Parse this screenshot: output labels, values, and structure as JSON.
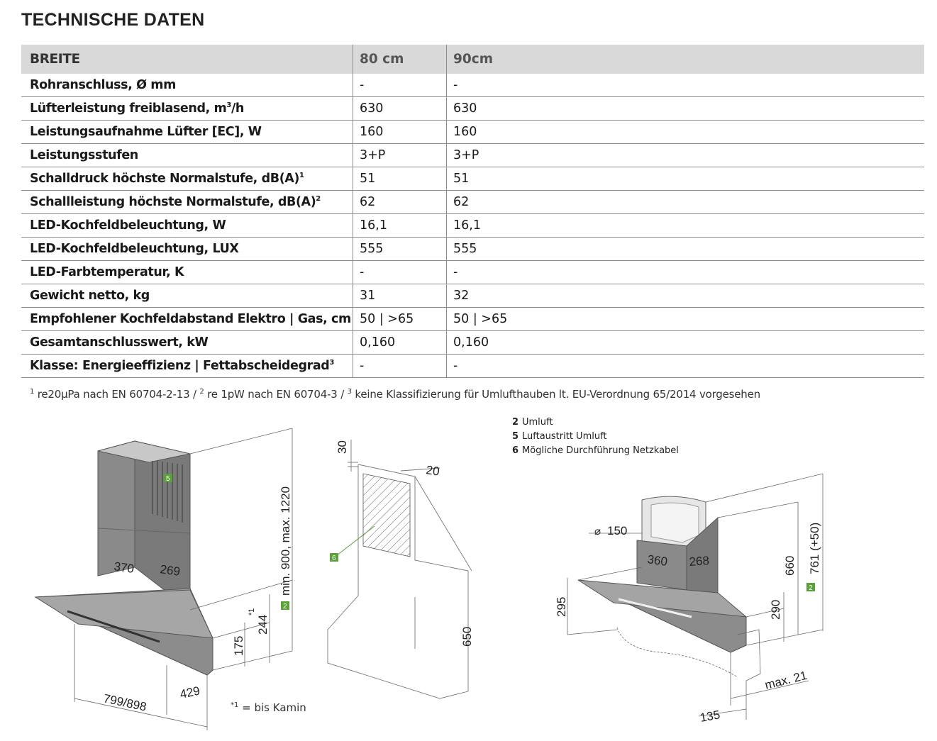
{
  "title": "TECHNISCHE DATEN",
  "table": {
    "header": [
      "BREITE",
      "80 cm",
      "90cm"
    ],
    "rows": [
      {
        "label": "Rohranschluss, Ø mm",
        "sup": "",
        "v80": "-",
        "v90": "-"
      },
      {
        "label": "Lüfterleistung freiblasend, m",
        "sup": "3",
        "suffix": "/h",
        "v80": "630",
        "v90": "630"
      },
      {
        "label": "Leistungsaufnahme Lüfter [EC], W",
        "sup": "",
        "v80": "160",
        "v90": "160"
      },
      {
        "label": "Leistungsstufen",
        "sup": "",
        "v80": "3+P",
        "v90": "3+P"
      },
      {
        "label": "Schalldruck höchste Normalstufe, dB(A)",
        "sup": "1",
        "v80": "51",
        "v90": "51"
      },
      {
        "label": "Schallleistung höchste Normalstufe, dB(A)",
        "sup": "2",
        "v80": "62",
        "v90": "62"
      },
      {
        "label": "LED-Kochfeldbeleuchtung, W",
        "sup": "",
        "v80": "16,1",
        "v90": "16,1"
      },
      {
        "label": "LED-Kochfeldbeleuchtung, LUX",
        "sup": "",
        "v80": "555",
        "v90": "555"
      },
      {
        "label": "LED-Farbtemperatur, K",
        "sup": "",
        "v80": "-",
        "v90": "-"
      },
      {
        "label": "Gewicht netto, kg",
        "sup": "",
        "v80": "31",
        "v90": "32"
      },
      {
        "label": "Empfohlener Kochfeldabstand Elektro | Gas, cm",
        "sup": "",
        "v80": "50 | >65",
        "v90": "50 | >65"
      },
      {
        "label": "Gesamtanschlusswert, kW",
        "sup": "",
        "v80": "0,160",
        "v90": "0,160"
      },
      {
        "label": "Klasse: Energieeffizienz | Fettabscheidegrad",
        "sup": "3",
        "v80": "-",
        "v90": "-"
      }
    ]
  },
  "footnotes": {
    "n1": "1",
    "t1": " re20µPa nach EN 60704-2-13  /  ",
    "n2": "2",
    "t2": " re 1pW nach EN 60704-3 / ",
    "n3": "3",
    "t3": " keine Klassifizierung für Umlufthauben lt. EU-Verordnung 65/2014 vorgesehen"
  },
  "legend": [
    {
      "num": "2",
      "text": "Umluft"
    },
    {
      "num": "5",
      "text": "Luftaustritt Umluft"
    },
    {
      "num": "6",
      "text": "Mögliche Durchführung Netzkabel"
    }
  ],
  "drawing1": {
    "dim_height": "min. 900, max. 1220",
    "dim_370": "370",
    "dim_269": "269",
    "dim_244": "244",
    "dim_244_note": "*1",
    "dim_175": "175",
    "dim_429": "429",
    "dim_width": "799/898",
    "badge_5": "5",
    "badge_2": "2"
  },
  "kamin_note": {
    "mark": "*1",
    "text": " = bis Kamin"
  },
  "drawing2": {
    "dim_30": "30",
    "dim_20": "20",
    "dim_650": "650",
    "badge_6": "6"
  },
  "drawing3": {
    "dim_150": "150",
    "dim_360": "360",
    "dim_268": "268",
    "dim_295": "295",
    "dim_290": "290",
    "dim_660": "660",
    "dim_761": "761 (+50)",
    "dim_max21": "max. 21",
    "dim_135": "135",
    "badge_2": "2"
  },
  "colors": {
    "badge_green": "#5aa13a",
    "header_gray": "#d9d9d9",
    "metal_gray": "#8e8e8e"
  }
}
